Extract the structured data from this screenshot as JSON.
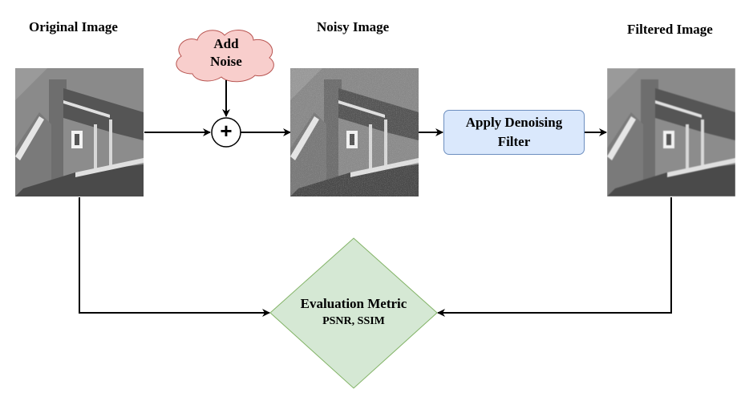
{
  "labels": {
    "original": "Original Image",
    "noisy": "Noisy Image",
    "filtered": "Filtered Image"
  },
  "nodes": {
    "add_noise": {
      "line1": "Add",
      "line2": "Noise",
      "color": "#f8cecc"
    },
    "sum_symbol": "+",
    "filter": {
      "line1": "Apply Denoising",
      "line2": "Filter",
      "color": "#dae8fc"
    },
    "metric": {
      "title": "Evaluation Metric",
      "subtitle": "PSNR, SSIM",
      "color": "#d5e8d4"
    }
  }
}
